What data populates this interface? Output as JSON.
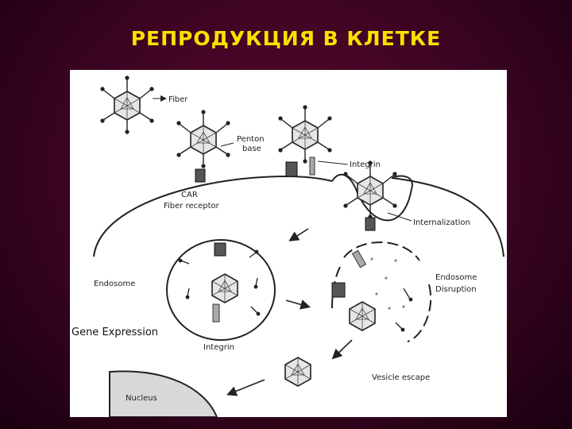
{
  "slide": {
    "title": "РЕПРОДУКЦИЯ В КЛЕТКЕ"
  },
  "diagram": {
    "labels": {
      "fiber": "Fiber",
      "penton_base_line1": "Penton",
      "penton_base_line2": "base",
      "integrin_top": "Integrin",
      "car": "CAR",
      "fiber_receptor": "Fiber receptor",
      "internalization": "Internalization",
      "endosome": "Endosome",
      "endosome_disruption_line1": "Endosome",
      "endosome_disruption_line2": "Disruption",
      "gene_expression": "Gene Expression",
      "integrin_bottom": "Integrin",
      "vesicle_escape": "Vesicle escape",
      "nucleus": "Nucleus"
    }
  },
  "colors": {
    "title": "#ffe000",
    "background": "#3a0420",
    "figure_bg": "#ffffff"
  }
}
